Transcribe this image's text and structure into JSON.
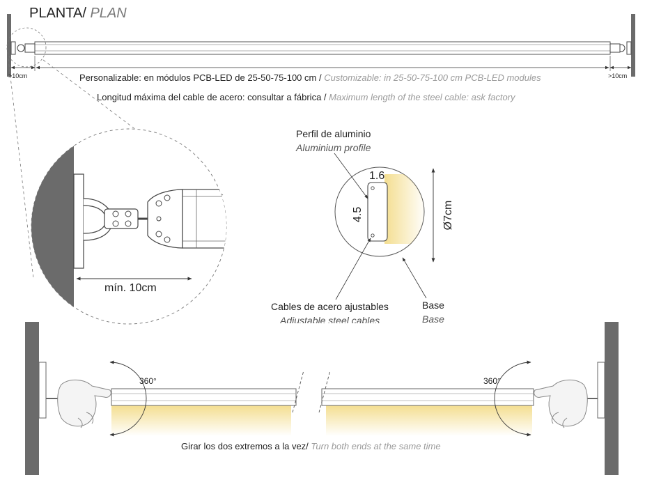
{
  "title": {
    "es": "PLANTA/",
    "en": "PLAN"
  },
  "plan": {
    "left_clearance": ">10cm",
    "right_clearance": ">10cm",
    "modules_es": "Personalizable: en módulos PCB-LED de 25-50-75-100 cm /",
    "modules_en": "Customizable: in 25-50-75-100 cm PCB-LED modules",
    "cable_es": "Longitud máxima del cable de acero: consultar a fábrica /",
    "cable_en": "Maximum length of the steel cable: ask factory"
  },
  "detail": {
    "min_label": "mín. 10cm"
  },
  "section": {
    "profile_es": "Perfil de aluminio",
    "profile_en": "Aluminium profile",
    "width": "1.6",
    "height": "4.5",
    "diameter": "Ø7cm",
    "cables_es": "Cables de acero ajustables",
    "cables_en": "Adjustable steel cables",
    "base_es": "Base",
    "base_en": "Base"
  },
  "rotation": {
    "left_angle": "360°",
    "right_angle": "360°",
    "caption_es": "Girar los dos extremos a la vez/",
    "caption_en": "Turn both ends at the same time"
  },
  "colors": {
    "led_glow": "#f5e29a",
    "wall": "#6b6b6b",
    "line": "#444444",
    "caption_grey": "#9a9a9a"
  }
}
